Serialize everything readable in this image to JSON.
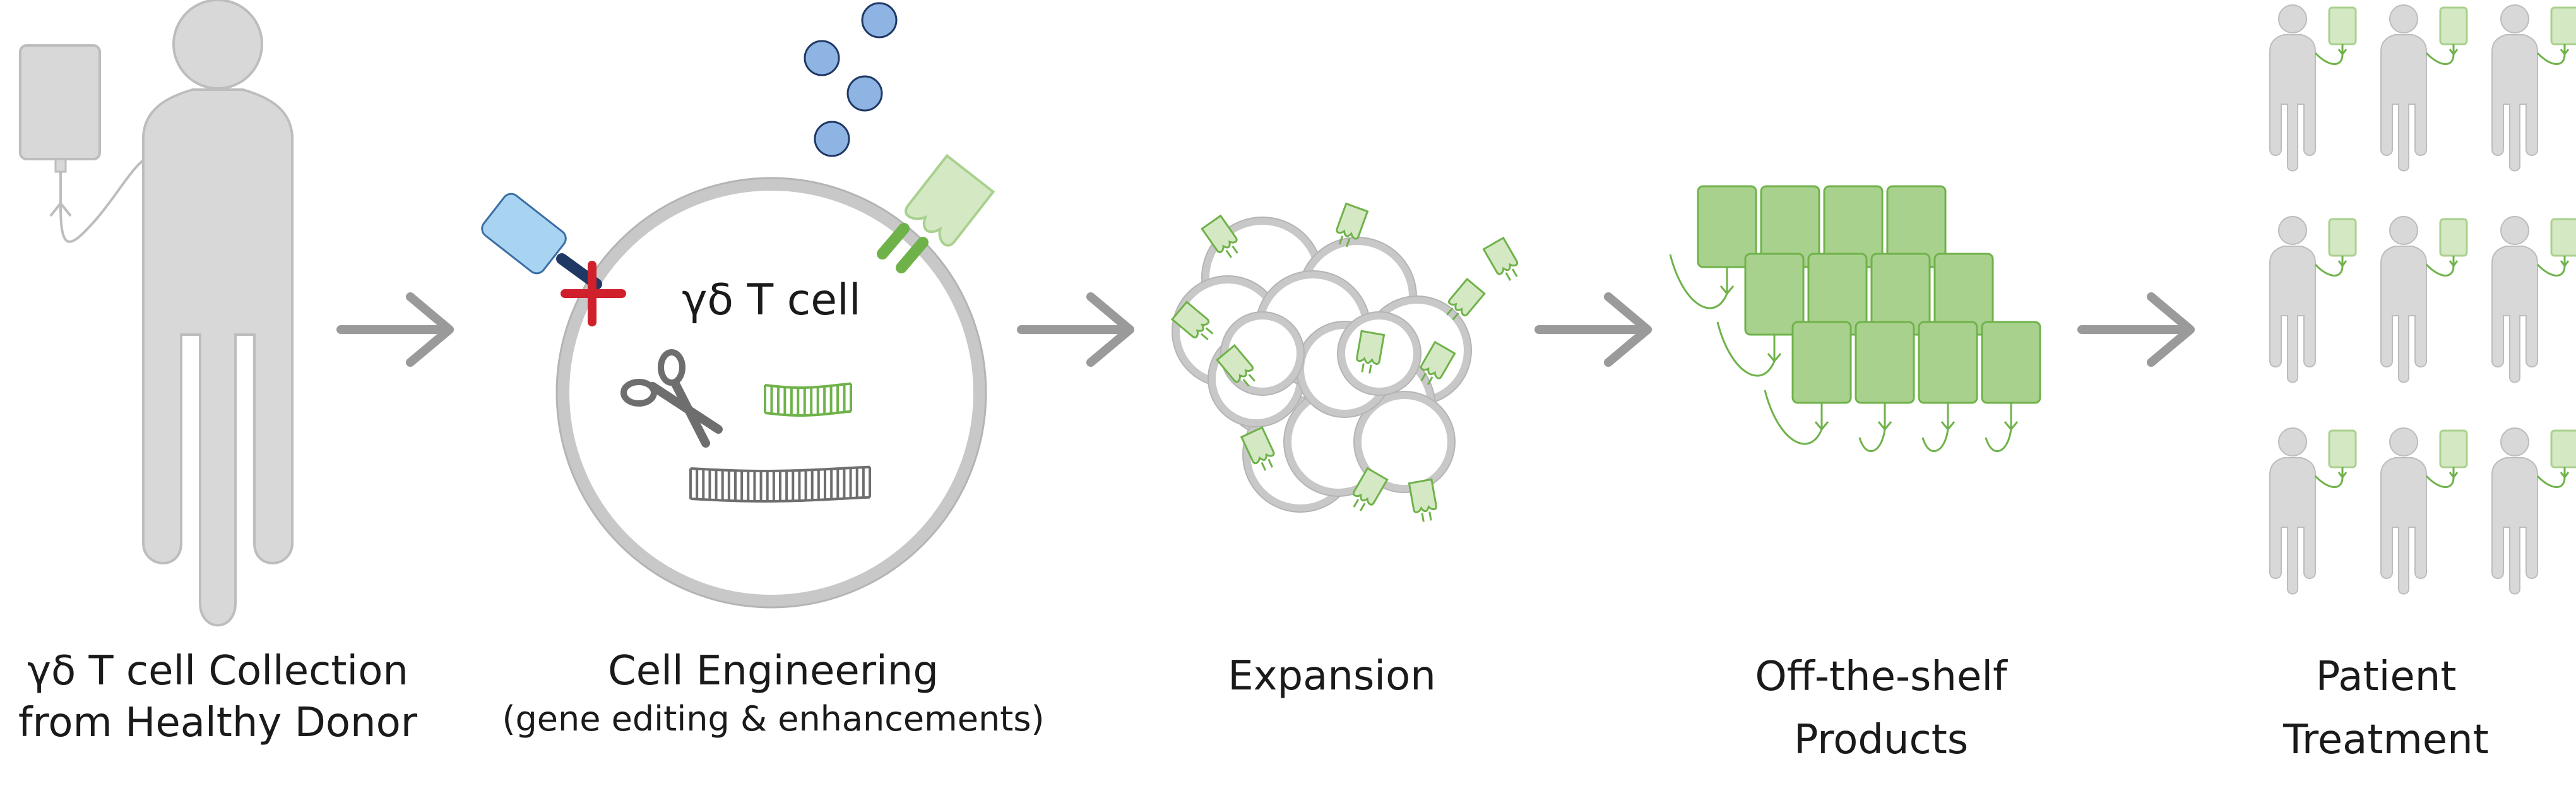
{
  "colors": {
    "person_gray": "#d8d8d8",
    "person_stroke": "#bdbdbd",
    "arrow_gray": "#9a9a9a",
    "cell_ring": "#c8c8c8",
    "cell_ring_dark": "#b4b4b4",
    "green_fill": "#a9d18e",
    "green_light": "#d5e8c4",
    "green_stroke": "#6fb24a",
    "blue_ball": "#8eb4e3",
    "blue_receptor": "#a8d4f2",
    "navy": "#1f3864",
    "red_x": "#d0202c",
    "dark_gray": "#6e6e6e",
    "text": "#1a1a1a"
  },
  "steps": [
    {
      "id": "collection",
      "line1": "γδ T cell Collection",
      "line2": "from Healthy Donor"
    },
    {
      "id": "engineering",
      "line1": "Cell Engineering",
      "line2": "(gene editing & enhancements)"
    },
    {
      "id": "expansion",
      "line1": "Expansion",
      "line2": ""
    },
    {
      "id": "products",
      "line1": "Off-the-shelf",
      "line2": "Products"
    },
    {
      "id": "treatment",
      "line1": "Patient",
      "line2": "Treatment"
    }
  ],
  "cell_label": "γδ T cell",
  "icons": {
    "donor": "donor-person-icon",
    "iv_bag": "iv-bag-icon",
    "cell": "t-cell-icon",
    "scissors": "scissors-icon",
    "dna_green": "dna-green-icon",
    "dna_gray": "dna-gray-icon",
    "receptor_blue": "blue-receptor-icon",
    "receptor_green": "green-receptor-icon",
    "knockout": "red-x-icon",
    "beads": "blue-bead-icon",
    "arrow": "arrow-right-icon",
    "cell_cluster": "cell-cluster-icon",
    "product_bag": "product-bag-icon",
    "patient": "patient-person-icon"
  }
}
